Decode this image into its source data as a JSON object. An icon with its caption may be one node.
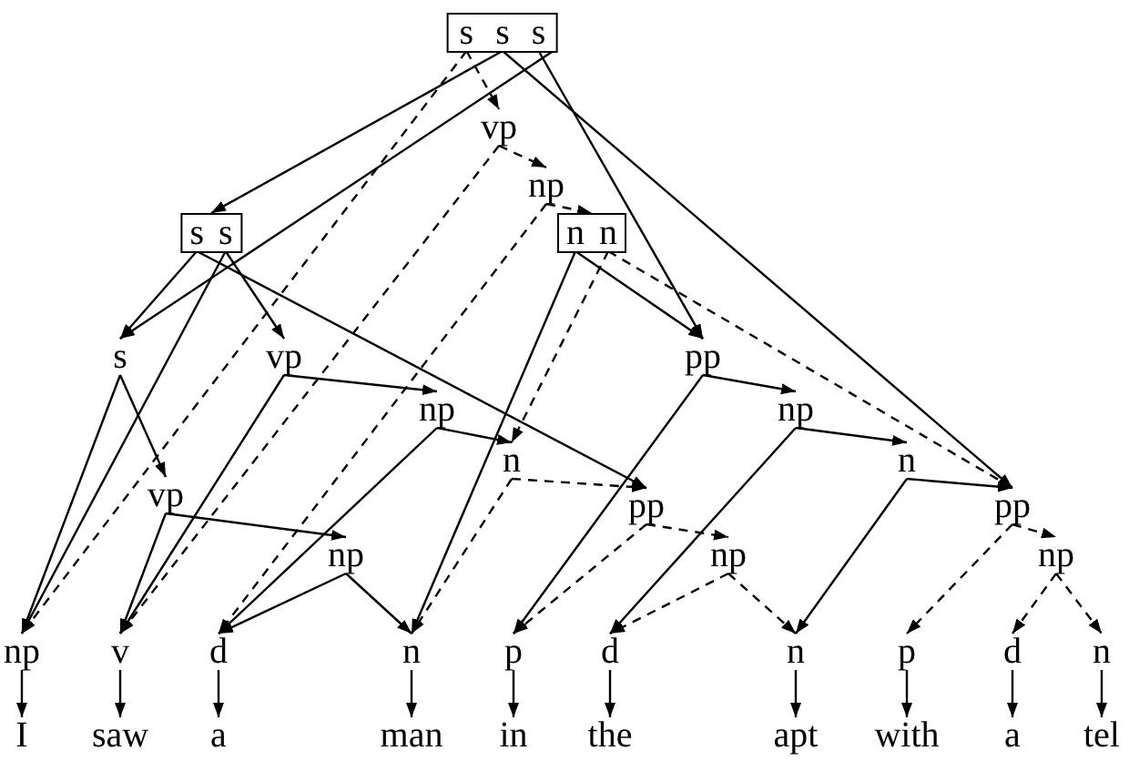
{
  "diagram": {
    "nodes": [
      {
        "text": [],
        "shape": "box"
      },
      {
        "text": [
          "s"
        ],
        "in": 0
      },
      {
        "text": [
          "s"
        ],
        "in": 0
      },
      {
        "text": [
          "s"
        ],
        "in": 0
      },
      {
        "text": [
          "vp"
        ]
      },
      {
        "text": [
          "np"
        ]
      },
      {
        "text": [],
        "shape": "box"
      },
      {
        "text": [
          "s"
        ],
        "in": 6
      },
      {
        "text": [
          "s"
        ],
        "in": 6
      },
      {
        "text": [],
        "shape": "box"
      },
      {
        "text": [
          "n"
        ],
        "in": 9
      },
      {
        "text": [
          "n"
        ],
        "in": 9
      },
      {
        "text": [
          "s"
        ]
      },
      {
        "text": [
          "vp"
        ]
      },
      {
        "text": [
          "pp"
        ]
      },
      {
        "text": [
          "np"
        ]
      },
      {
        "text": [
          "np"
        ]
      },
      {
        "text": [
          "n"
        ]
      },
      {
        "text": [
          "n"
        ]
      },
      {
        "text": [
          "vp"
        ]
      },
      {
        "text": [
          "pp"
        ]
      },
      {
        "text": [
          "pp"
        ]
      },
      {
        "text": [
          "np"
        ]
      },
      {
        "text": [
          "np"
        ]
      },
      {
        "text": [
          "np"
        ]
      },
      {
        "text": [
          "np"
        ]
      },
      {
        "text": [
          "v"
        ]
      },
      {
        "text": [
          "d"
        ]
      },
      {
        "text": [
          "n"
        ]
      },
      {
        "text": [
          "p"
        ]
      },
      {
        "text": [
          "d"
        ]
      },
      {
        "text": [
          "n"
        ]
      },
      {
        "text": [
          "p"
        ]
      },
      {
        "text": [
          "d"
        ]
      },
      {
        "text": [
          "n"
        ]
      },
      {
        "text": [
          "I"
        ]
      },
      {
        "text": [
          "saw"
        ]
      },
      {
        "text": [
          "a"
        ]
      },
      {
        "text": [
          "man"
        ]
      },
      {
        "text": [
          "in"
        ]
      },
      {
        "text": [
          "the"
        ]
      },
      {
        "text": [
          "apt"
        ]
      },
      {
        "text": [
          "with"
        ]
      },
      {
        "text": [
          "a"
        ]
      },
      {
        "text": [
          "tel"
        ]
      }
    ],
    "edges": [
      {
        "from": 1,
        "to": 4,
        "arrow": "to",
        "style": "dashed"
      },
      {
        "from": 1,
        "to": 25,
        "arrow": "to",
        "style": "dashed"
      },
      {
        "from": 2,
        "to": 6,
        "arrow": "to"
      },
      {
        "from": 2,
        "to": 21,
        "arrow": "to"
      },
      {
        "from": 3,
        "to": 12,
        "arrow": "to"
      },
      {
        "from": 3,
        "to": 14,
        "arrow": "to"
      },
      {
        "from": 4,
        "to": 26,
        "arrow": "to",
        "style": "dashed"
      },
      {
        "from": 4,
        "to": 5,
        "arrow": "to",
        "style": "dashed"
      },
      {
        "from": 5,
        "to": 27,
        "arrow": "to",
        "style": "dashed"
      },
      {
        "from": 5,
        "to": 9,
        "arrow": "to",
        "style": "dashed"
      },
      {
        "from": 7,
        "to": 12,
        "arrow": "to"
      },
      {
        "from": 7,
        "to": 20,
        "arrow": "to"
      },
      {
        "from": 8,
        "to": 25,
        "arrow": "to"
      },
      {
        "from": 8,
        "to": 13,
        "arrow": "to"
      },
      {
        "from": 10,
        "to": 28,
        "arrow": "to"
      },
      {
        "from": 10,
        "to": 14,
        "arrow": "to"
      },
      {
        "from": 11,
        "to": 17,
        "arrow": "to",
        "style": "dashed"
      },
      {
        "from": 11,
        "to": 21,
        "arrow": "to",
        "style": "dashed"
      },
      {
        "from": 12,
        "to": 25,
        "arrow": "to"
      },
      {
        "from": 12,
        "to": 19,
        "arrow": "to"
      },
      {
        "from": 13,
        "to": 26,
        "arrow": "to"
      },
      {
        "from": 13,
        "to": 15,
        "arrow": "to"
      },
      {
        "from": 14,
        "to": 29,
        "arrow": "to"
      },
      {
        "from": 14,
        "to": 16,
        "arrow": "to"
      },
      {
        "from": 15,
        "to": 27,
        "arrow": "to"
      },
      {
        "from": 15,
        "to": 17,
        "arrow": "to"
      },
      {
        "from": 16,
        "to": 30,
        "arrow": "to"
      },
      {
        "from": 16,
        "to": 18,
        "arrow": "to"
      },
      {
        "from": 17,
        "to": 28,
        "arrow": "to",
        "style": "dashed"
      },
      {
        "from": 17,
        "to": 20,
        "arrow": "to",
        "style": "dashed"
      },
      {
        "from": 18,
        "to": 31,
        "arrow": "to"
      },
      {
        "from": 18,
        "to": 21,
        "arrow": "to"
      },
      {
        "from": 19,
        "to": 26,
        "arrow": "to"
      },
      {
        "from": 19,
        "to": 22,
        "arrow": "to"
      },
      {
        "from": 20,
        "to": 29,
        "arrow": "to",
        "style": "dashed"
      },
      {
        "from": 20,
        "to": 23,
        "arrow": "to",
        "style": "dashed"
      },
      {
        "from": 21,
        "to": 32,
        "arrow": "to",
        "style": "dashed"
      },
      {
        "from": 21,
        "to": 24,
        "arrow": "to",
        "style": "dashed"
      },
      {
        "from": 22,
        "to": 27,
        "arrow": "to"
      },
      {
        "from": 22,
        "to": 28,
        "arrow": "to"
      },
      {
        "from": 23,
        "to": 30,
        "arrow": "to",
        "style": "dashed"
      },
      {
        "from": 23,
        "to": 31,
        "arrow": "to",
        "style": "dashed"
      },
      {
        "from": 24,
        "to": 33,
        "arrow": "to",
        "style": "dashed"
      },
      {
        "from": 24,
        "to": 34,
        "arrow": "to",
        "style": "dashed"
      },
      {
        "from": 25,
        "to": 35,
        "arrow": "to"
      },
      {
        "from": 26,
        "to": 36,
        "arrow": "to"
      },
      {
        "from": 27,
        "to": 37,
        "arrow": "to"
      },
      {
        "from": 28,
        "to": 38,
        "arrow": "to"
      },
      {
        "from": 29,
        "to": 39,
        "arrow": "to"
      },
      {
        "from": 30,
        "to": 40,
        "arrow": "to"
      },
      {
        "from": 31,
        "to": 41,
        "arrow": "to"
      },
      {
        "from": 32,
        "to": 42,
        "arrow": "to"
      },
      {
        "from": 33,
        "to": 43,
        "arrow": "to"
      },
      {
        "from": 34,
        "to": 44,
        "arrow": "to"
      }
    ]
  }
}
